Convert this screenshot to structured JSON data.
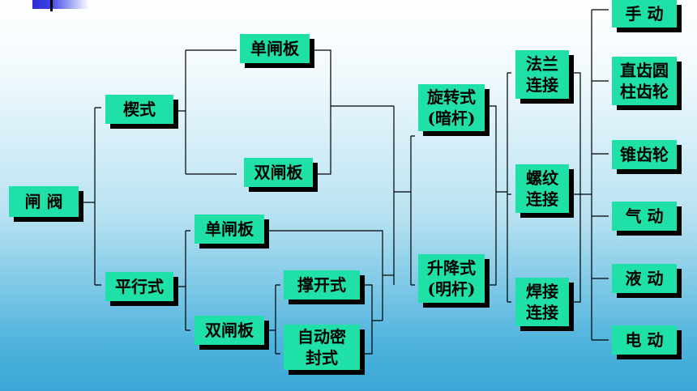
{
  "colors": {
    "node_fill": "#1fe0a6",
    "node_shadow": "#000000",
    "line": "#000000"
  },
  "nodes": {
    "zhafa": "闸  阀",
    "xieshi": "楔式",
    "pingxingshi": "平行式",
    "xie_danzhaban": "单闸板",
    "xie_shuangzhaban": "双闸板",
    "ping_danzhaban": "单闸板",
    "ping_shuangzhaban": "双闸板",
    "chengkaishi": "撑开式",
    "zidongmifeng": "自动密\n封式",
    "xuanzhuanshi": "旋转式\n(暗杆)",
    "shengjiangshi": "升降式\n(明杆)",
    "falan": "法兰\n连接",
    "luowen": "螺纹\n连接",
    "hanjie": "焊接\n连接",
    "shoudong": "手  动",
    "zhichilun": "直齿圆\n柱齿轮",
    "zhuichilun": "锥齿轮",
    "qidong": "气  动",
    "yedong": "液  动",
    "diandong": "电  动"
  }
}
